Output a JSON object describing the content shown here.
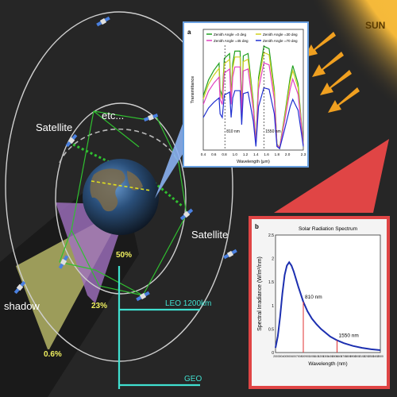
{
  "labels": {
    "sun": "SUN",
    "satellite_left": "Satellite",
    "satellite_right": "Satellite",
    "etc": "etc...",
    "shadow": "shadow",
    "pct_50": "50%",
    "pct_23": "23%",
    "pct_06": "0.6%",
    "leo": "LEO 1200km",
    "geo": "GEO"
  },
  "colors": {
    "background": "#262626",
    "sun": "#f5b93a",
    "arrow": "#f0a020",
    "shadow_yellow": "#c8c870",
    "shadow_purple": "#a070c0",
    "axis_cyan": "#40e0d0",
    "orbit": "#d0d0d0",
    "link_green": "#30c030",
    "panel_a_border": "#6aa0e0",
    "panel_b_border": "#e04040"
  },
  "panel_a": {
    "tag": "a",
    "xlabel": "Wavelength (μm)",
    "ylabel": "Transmittance",
    "legend": [
      "Zenith Angle =0   deg",
      "Zenith Angle =30 deg",
      "Zenith Angle =45 deg",
      "Zenith Angle =70 deg"
    ],
    "annotations": [
      "810 nm",
      "1550 nm"
    ],
    "chart_data": {
      "type": "line",
      "xlim": [
        0.4,
        2.3
      ],
      "ylim": [
        0,
        1
      ],
      "xticks": [
        "0.4",
        "0.6",
        "0.8",
        "1.0",
        "1.2",
        "1.4",
        "1.6",
        "1.8",
        "2.0",
        "2.3"
      ],
      "series": [
        {
          "name": "Zenith Angle =0   deg",
          "color": "#20a020",
          "scale": 1.0
        },
        {
          "name": "Zenith Angle =30 deg",
          "color": "#d0d020",
          "scale": 0.94
        },
        {
          "name": "Zenith Angle =45 deg",
          "color": "#e040c0",
          "scale": 0.84
        },
        {
          "name": "Zenith Angle =70 deg",
          "color": "#2030d0",
          "scale": 0.6
        }
      ],
      "x": [
        0.4,
        0.5,
        0.6,
        0.7,
        0.72,
        0.76,
        0.8,
        0.9,
        0.93,
        0.96,
        1.0,
        1.1,
        1.13,
        1.16,
        1.25,
        1.35,
        1.4,
        1.45,
        1.55,
        1.65,
        1.75,
        1.8,
        1.85,
        1.95,
        2.05,
        2.1,
        2.2,
        2.3
      ],
      "base": [
        0.45,
        0.58,
        0.66,
        0.72,
        0.5,
        0.45,
        0.76,
        0.8,
        0.45,
        0.72,
        0.82,
        0.82,
        0.35,
        0.78,
        0.8,
        0.4,
        0.05,
        0.6,
        0.86,
        0.84,
        0.5,
        0.05,
        0.02,
        0.3,
        0.6,
        0.7,
        0.55,
        0.05
      ]
    }
  },
  "panel_b": {
    "tag": "b",
    "title": "Solar Radiation Spectrum",
    "xlabel": "Wavelength (nm)",
    "ylabel": "Spectral Irradiance (W/m²/nm)",
    "annotations": [
      "810 nm",
      "1550 nm"
    ],
    "chart_data": {
      "type": "line",
      "xlim": [
        200,
        2500
      ],
      "ylim": [
        0,
        2.5
      ],
      "xticks": [
        "200",
        "300",
        "400",
        "500",
        "600",
        "700",
        "800",
        "900",
        "1000",
        "1100",
        "1200",
        "1300",
        "1400",
        "1500",
        "1600",
        "1700",
        "1800",
        "1900",
        "2000",
        "2100",
        "2200",
        "2300",
        "2400",
        "2500"
      ],
      "yticks": [
        "0",
        "0.5",
        "1",
        "1.5",
        "2",
        "2.5"
      ],
      "x": [
        200,
        250,
        300,
        350,
        400,
        450,
        500,
        550,
        600,
        700,
        810,
        900,
        1000,
        1100,
        1200,
        1400,
        1550,
        1700,
        1900,
        2100,
        2300,
        2500
      ],
      "y": [
        0.1,
        0.35,
        0.75,
        1.25,
        1.65,
        1.85,
        1.92,
        1.85,
        1.72,
        1.4,
        1.08,
        0.88,
        0.72,
        0.6,
        0.5,
        0.34,
        0.26,
        0.2,
        0.14,
        0.1,
        0.07,
        0.05
      ],
      "markers": [
        810,
        1550
      ]
    }
  }
}
